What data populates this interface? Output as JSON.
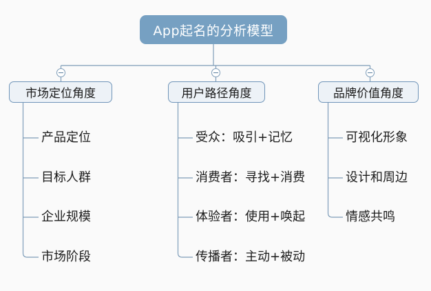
{
  "diagram": {
    "type": "mind-map",
    "title": "App起名的分析模型",
    "background_color": "#fafafa",
    "root": {
      "label": "App起名的分析模型",
      "fill_color": "#76a0c2",
      "text_color": "#ffffff"
    },
    "branch_style": {
      "fill_color": "#edf2f7",
      "border_color": "#6f94b8",
      "text_color": "#1b1b1b"
    },
    "connector_color": "#7d9cb8",
    "toggle_icon": "minus-circle-icon",
    "branches": [
      {
        "label": "市场定位角度",
        "collapse_state": "expanded",
        "leaves": [
          "产品定位",
          "目标人群",
          "企业规模",
          "市场阶段"
        ]
      },
      {
        "label": "用户路径角度",
        "collapse_state": "expanded",
        "leaves": [
          "受众：吸引+记忆",
          "消费者：寻找+消费",
          "体验者：使用+唤起",
          "传播者：主动+被动"
        ]
      },
      {
        "label": "品牌价值角度",
        "collapse_state": "expanded",
        "leaves": [
          "可视化形象",
          "设计和周边",
          "情感共鸣"
        ]
      }
    ]
  }
}
